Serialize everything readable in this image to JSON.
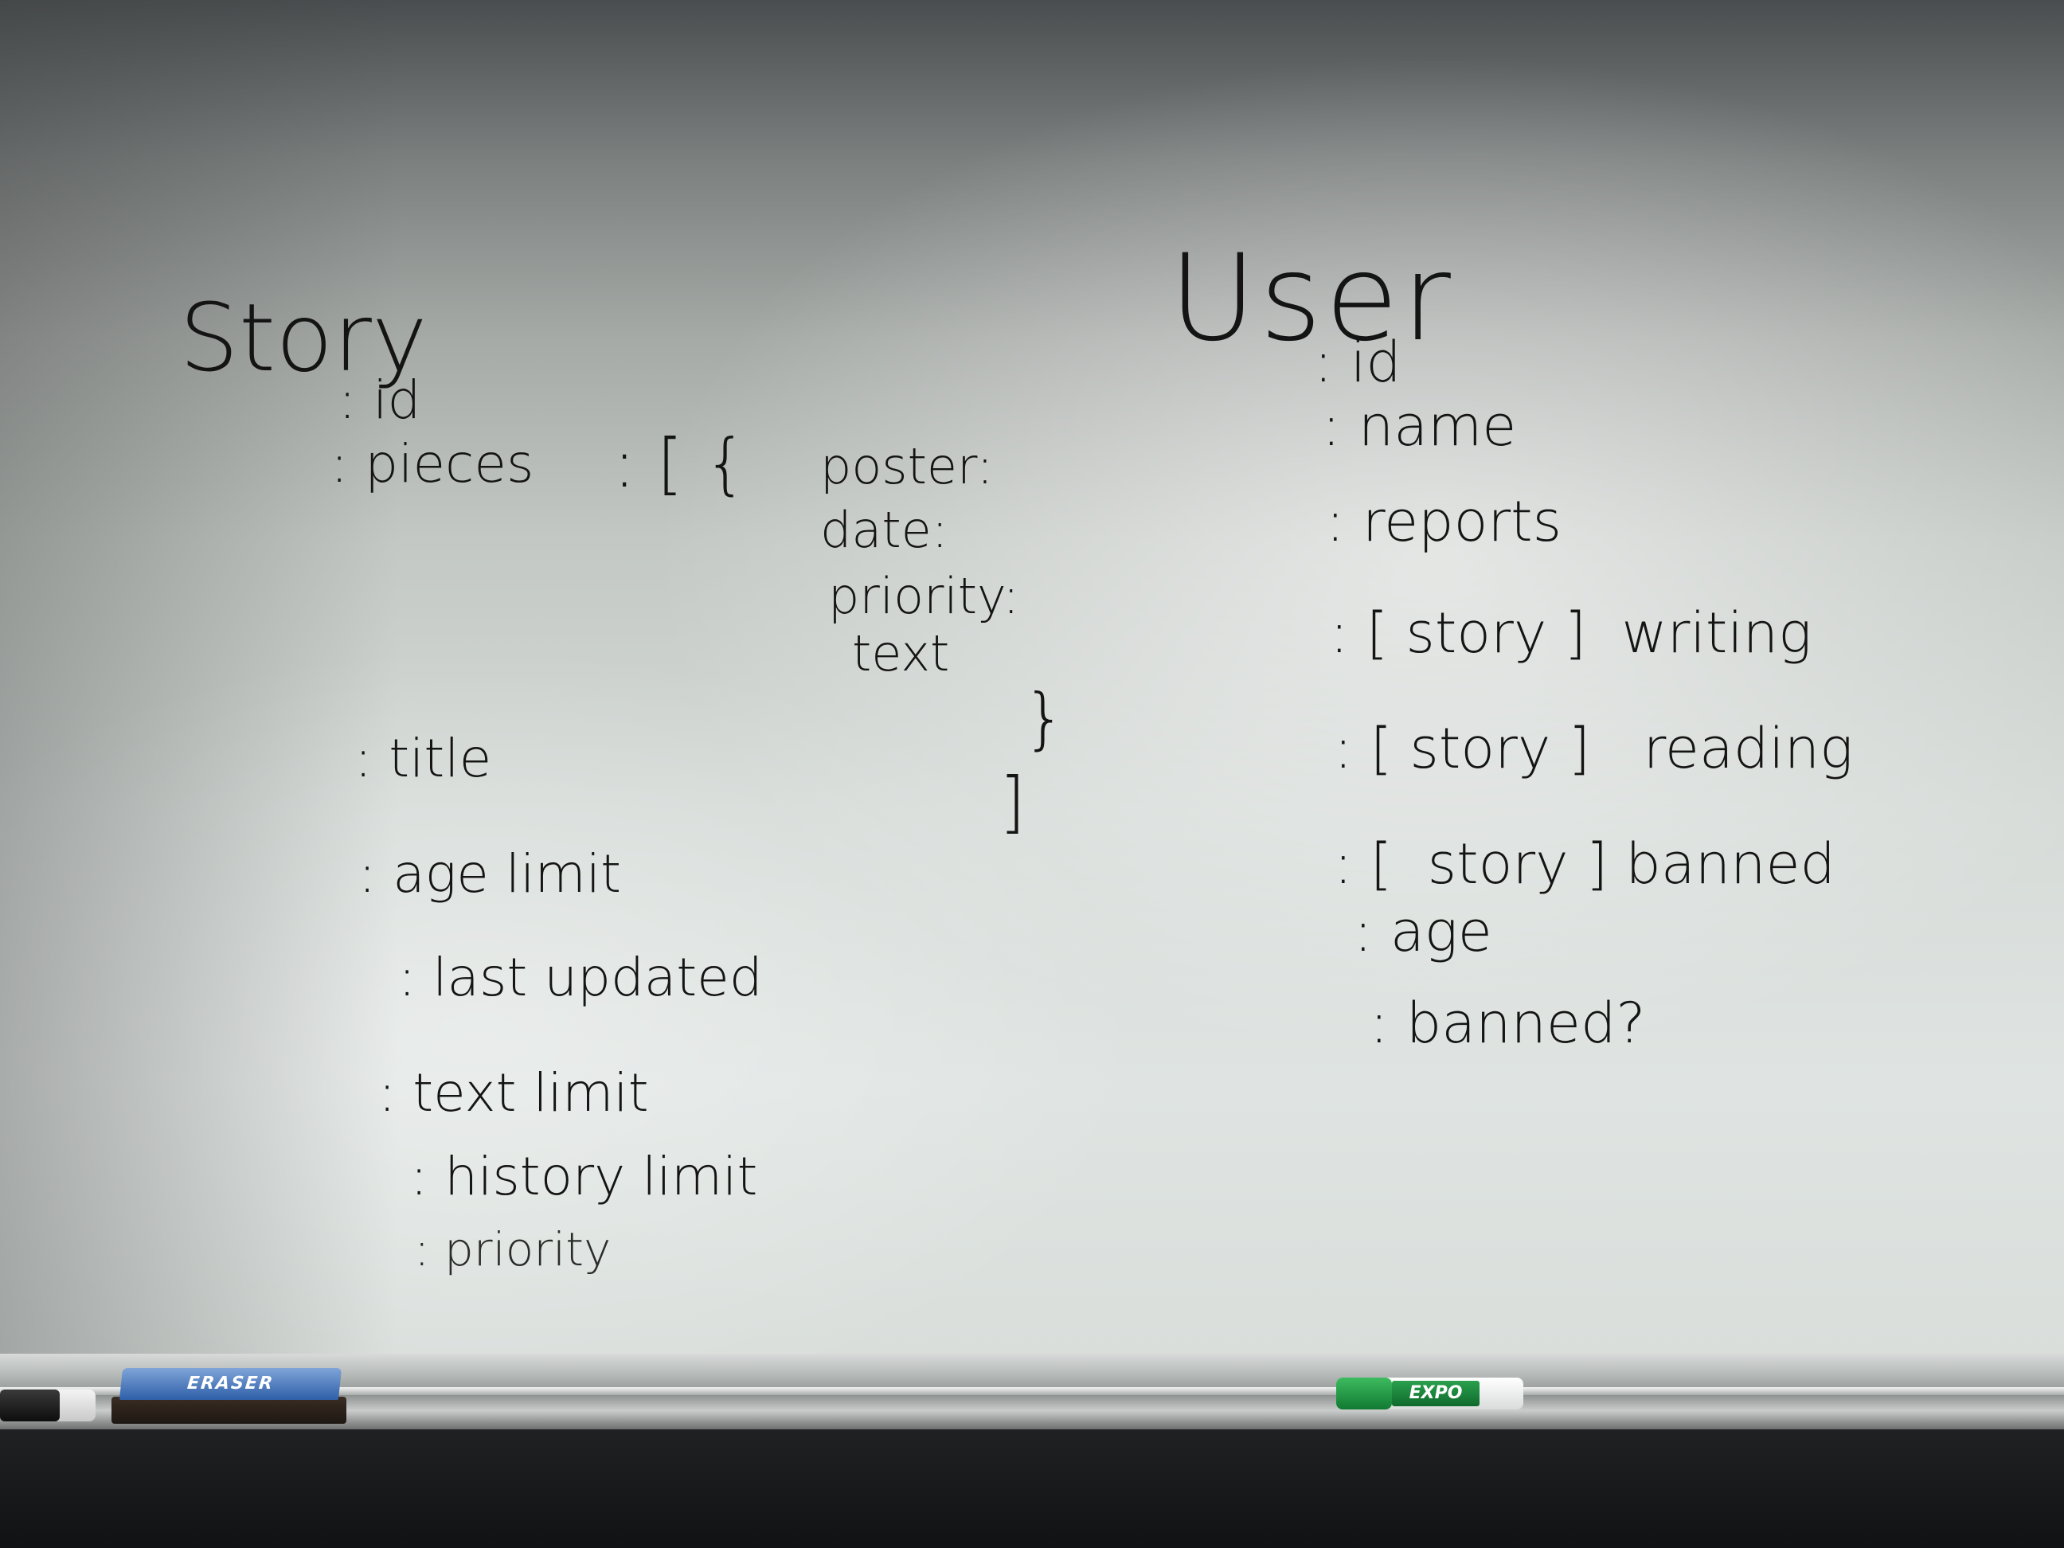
{
  "whiteboard": {
    "story": {
      "heading": "Story",
      "fields": [
        ": id",
        ": pieces",
        ": title",
        ": age limit",
        ": last updated",
        ": text limit",
        ": history limit",
        ": priority"
      ],
      "pieces_open": ": [ {",
      "piece_fields": [
        "poster:",
        "date:",
        "priority:",
        "text"
      ],
      "piece_close_brace": "}",
      "piece_close_bracket": "]"
    },
    "user": {
      "heading": "User",
      "fields": [
        ": id",
        ": name",
        ": reports",
        ": [ story ]  writing",
        ": [ story ]   reading",
        ": [  story ] banned",
        ": age",
        ": banned?"
      ]
    }
  },
  "tray": {
    "eraser_label": "ERASER",
    "marker_label": "EXPO"
  },
  "colors": {
    "ink": "#141414",
    "board": "#dfe4e2",
    "tray": "#b9bdbb",
    "marker_green": "#1e8f44",
    "eraser_blue": "#2e5fa8"
  }
}
